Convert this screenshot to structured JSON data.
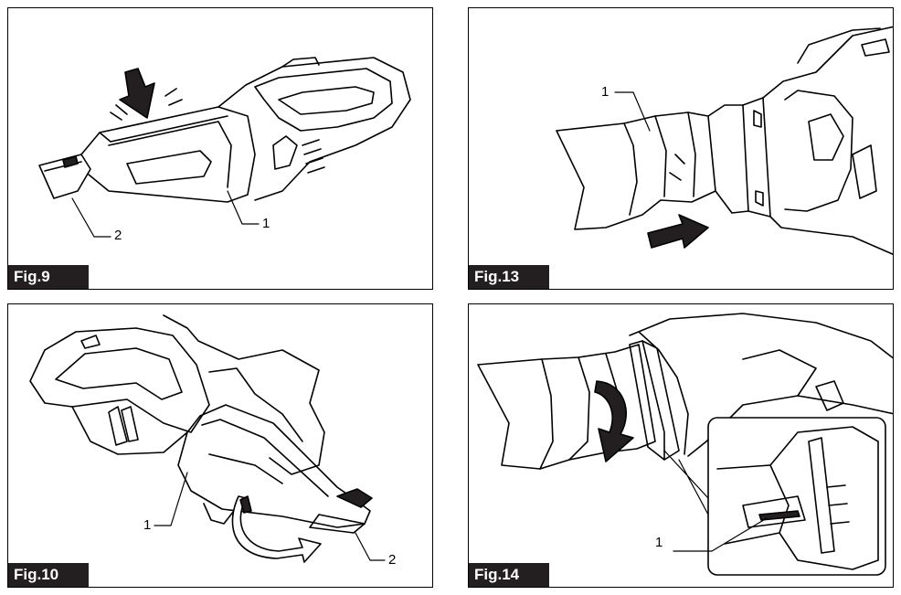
{
  "figures": [
    {
      "label": "Fig.9",
      "callouts": [
        "1",
        "2"
      ]
    },
    {
      "label": "Fig.13",
      "callouts": [
        "1"
      ]
    },
    {
      "label": "Fig.10",
      "callouts": [
        "1",
        "2"
      ]
    },
    {
      "label": "Fig.14",
      "callouts": [
        "1"
      ]
    }
  ]
}
